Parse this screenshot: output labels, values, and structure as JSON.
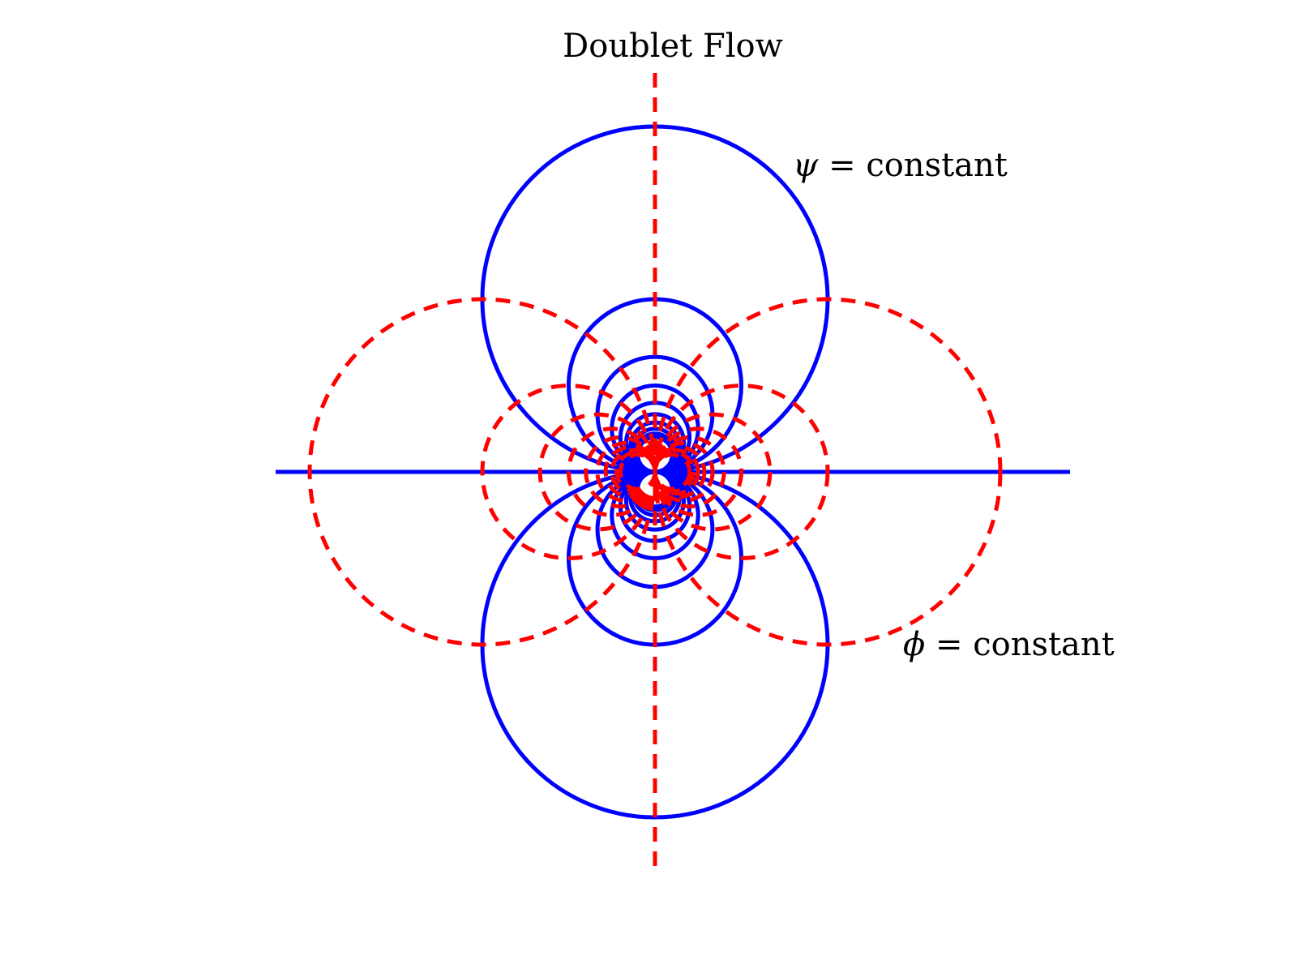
{
  "figure": {
    "title": "Doublet Flow",
    "annotations": {
      "psi": {
        "symbol": "ψ",
        "equals": " = constant"
      },
      "phi": {
        "symbol": "ϕ",
        "equals": " = constant"
      }
    }
  },
  "colors": {
    "streamlines": "#0000ff",
    "potential_lines": "#ff0000",
    "text": "#000000",
    "background": "#ffffff"
  },
  "streamlines": {
    "label": "ψ = constant",
    "style": "solid",
    "family": "circles tangent to the x-axis at the origin",
    "relative_radii": [
      1,
      0.5,
      0.333,
      0.25,
      0.2,
      0.167,
      0.143,
      0.125,
      0.111,
      0.1
    ],
    "includes_horizontal_axis": true
  },
  "potential_lines": {
    "label": "ϕ = constant",
    "style": "dashed",
    "family": "circles tangent to the y-axis at the origin",
    "relative_radii": [
      1,
      0.5,
      0.333,
      0.25,
      0.2,
      0.167,
      0.143,
      0.125,
      0.111,
      0.1
    ],
    "includes_vertical_axis": true
  }
}
